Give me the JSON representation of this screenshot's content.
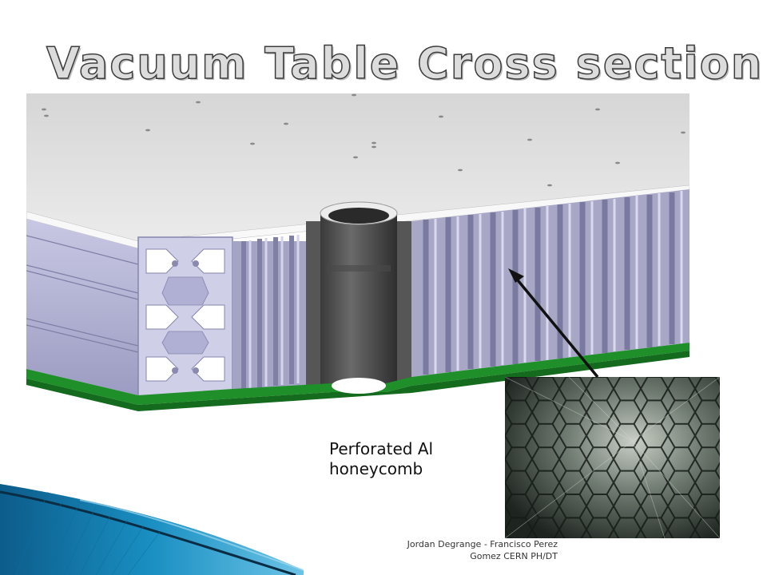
{
  "slide": {
    "title": "Vacuum Table Cross section",
    "caption_lines": [
      "Perforated Al",
      "honeycomb"
    ],
    "footer_lines": [
      "Jordan Degrange - Francisco Perez",
      "Gomez CERN PH/DT"
    ]
  },
  "colors": {
    "plate_top": "#e4e4e4",
    "profile": "#b8b8d8",
    "honeycomb": "#9a9ab8",
    "green_base": "#1f8f2a",
    "tube": "#555555",
    "corner_accent": "#1a8fc2"
  },
  "icons": [
    "honeycomb-photo",
    "cross-section-render",
    "arrow"
  ]
}
